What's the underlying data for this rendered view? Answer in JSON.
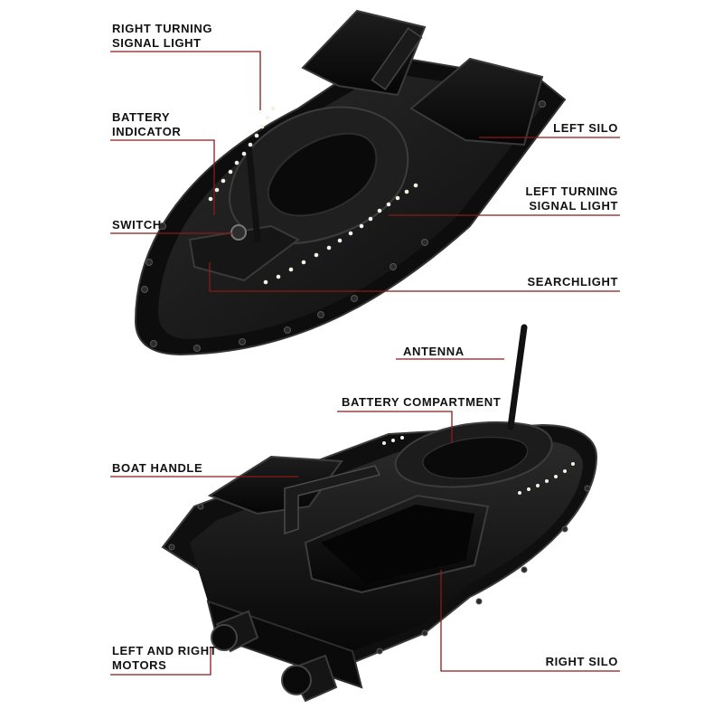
{
  "colors": {
    "leader_line": "#8a1a1a",
    "boat_body": "#151515",
    "boat_highlight": "#3a3a3a",
    "led": "#f2f2e6",
    "background": "#ffffff"
  },
  "labels": {
    "right_turning_signal": [
      "RIGHT TURNING",
      "SIGNAL LIGHT"
    ],
    "battery_indicator": [
      "BATTERY",
      "INDICATOR"
    ],
    "switch": "SWITCH",
    "left_silo": "LEFT SILO",
    "left_turning_signal": [
      "LEFT TURNING",
      "SIGNAL LIGHT"
    ],
    "searchlight": "SEARCHLIGHT",
    "antenna": "ANTENNA",
    "battery_compartment": "BATTERY COMPARTMENT",
    "boat_handle": "BOAT HANDLE",
    "motors": [
      "LEFT AND RIGHT",
      "MOTORS"
    ],
    "right_silo": "RIGHT SILO"
  }
}
